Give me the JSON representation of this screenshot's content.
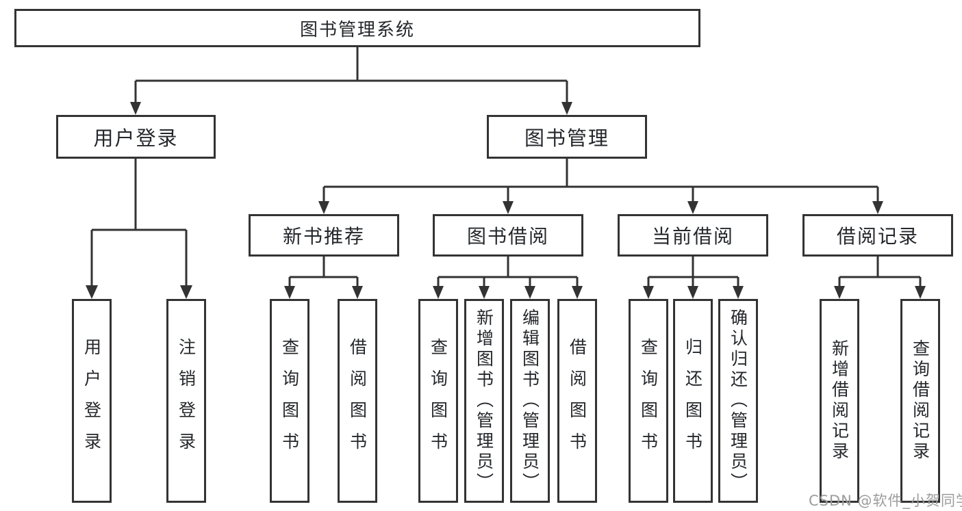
{
  "diagram": {
    "root": {
      "label": "图书管理系统"
    },
    "branches": [
      {
        "label": "用户登录",
        "children": [
          {
            "label": "用户登录"
          },
          {
            "label": "注销登录"
          }
        ]
      },
      {
        "label": "图书管理",
        "children": [
          {
            "label": "新书推荐",
            "children": [
              {
                "label": "查询图书"
              },
              {
                "label": "借阅图书"
              }
            ]
          },
          {
            "label": "图书借阅",
            "children": [
              {
                "label": "查询图书"
              },
              {
                "label": "新增图书（管理员）"
              },
              {
                "label": "编辑图书（管理员）"
              },
              {
                "label": "借阅图书"
              }
            ]
          },
          {
            "label": "当前借阅",
            "children": [
              {
                "label": "查询图书"
              },
              {
                "label": "归还图书"
              },
              {
                "label": "确认归还（管理员）"
              }
            ]
          },
          {
            "label": "借阅记录",
            "children": [
              {
                "label": "新增借阅记录"
              },
              {
                "label": "查询借阅记录"
              }
            ]
          }
        ]
      }
    ],
    "watermark": "CSDN @软件_小贺同学",
    "colors": {
      "line": "#333333",
      "text": "#24272b",
      "watermark": "#9c9c9c",
      "background": "#ffffff"
    }
  }
}
